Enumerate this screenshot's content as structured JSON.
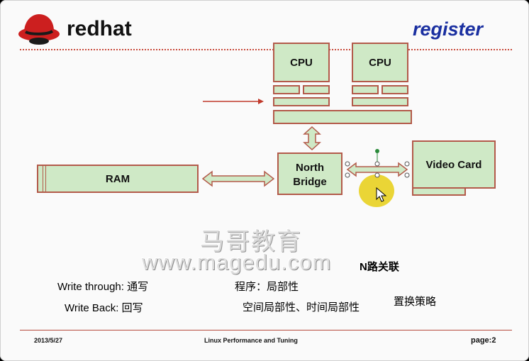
{
  "header": {
    "logo_text": "redhat",
    "logo_mark": "redhat-shadowman-icon",
    "title": "register"
  },
  "diagram": {
    "cpu1": "CPU",
    "cpu2": "CPU",
    "ram": "RAM",
    "north_bridge_line1": "North",
    "north_bridge_line2": "Bridge",
    "video_card": "Video Card"
  },
  "watermark": {
    "line1": "马哥教育",
    "line2": "www.magedu.com"
  },
  "notes": {
    "n_way": "N路关联",
    "write_through": "Write through: 通写",
    "program_locality": "程序：局部性",
    "replace_policy": "置换策略",
    "write_back": "Write Back: 回写",
    "space_time_locality": "空间局部性、时间局部性"
  },
  "footer": {
    "date": "2013/5/27",
    "course": "Linux Performance and Tuning",
    "page": "page:2"
  },
  "colors": {
    "accent_red": "#c0392b",
    "box_fill": "#cfe9c6",
    "title_blue": "#1a2fa0",
    "cursor_highlight": "#e8d020"
  }
}
